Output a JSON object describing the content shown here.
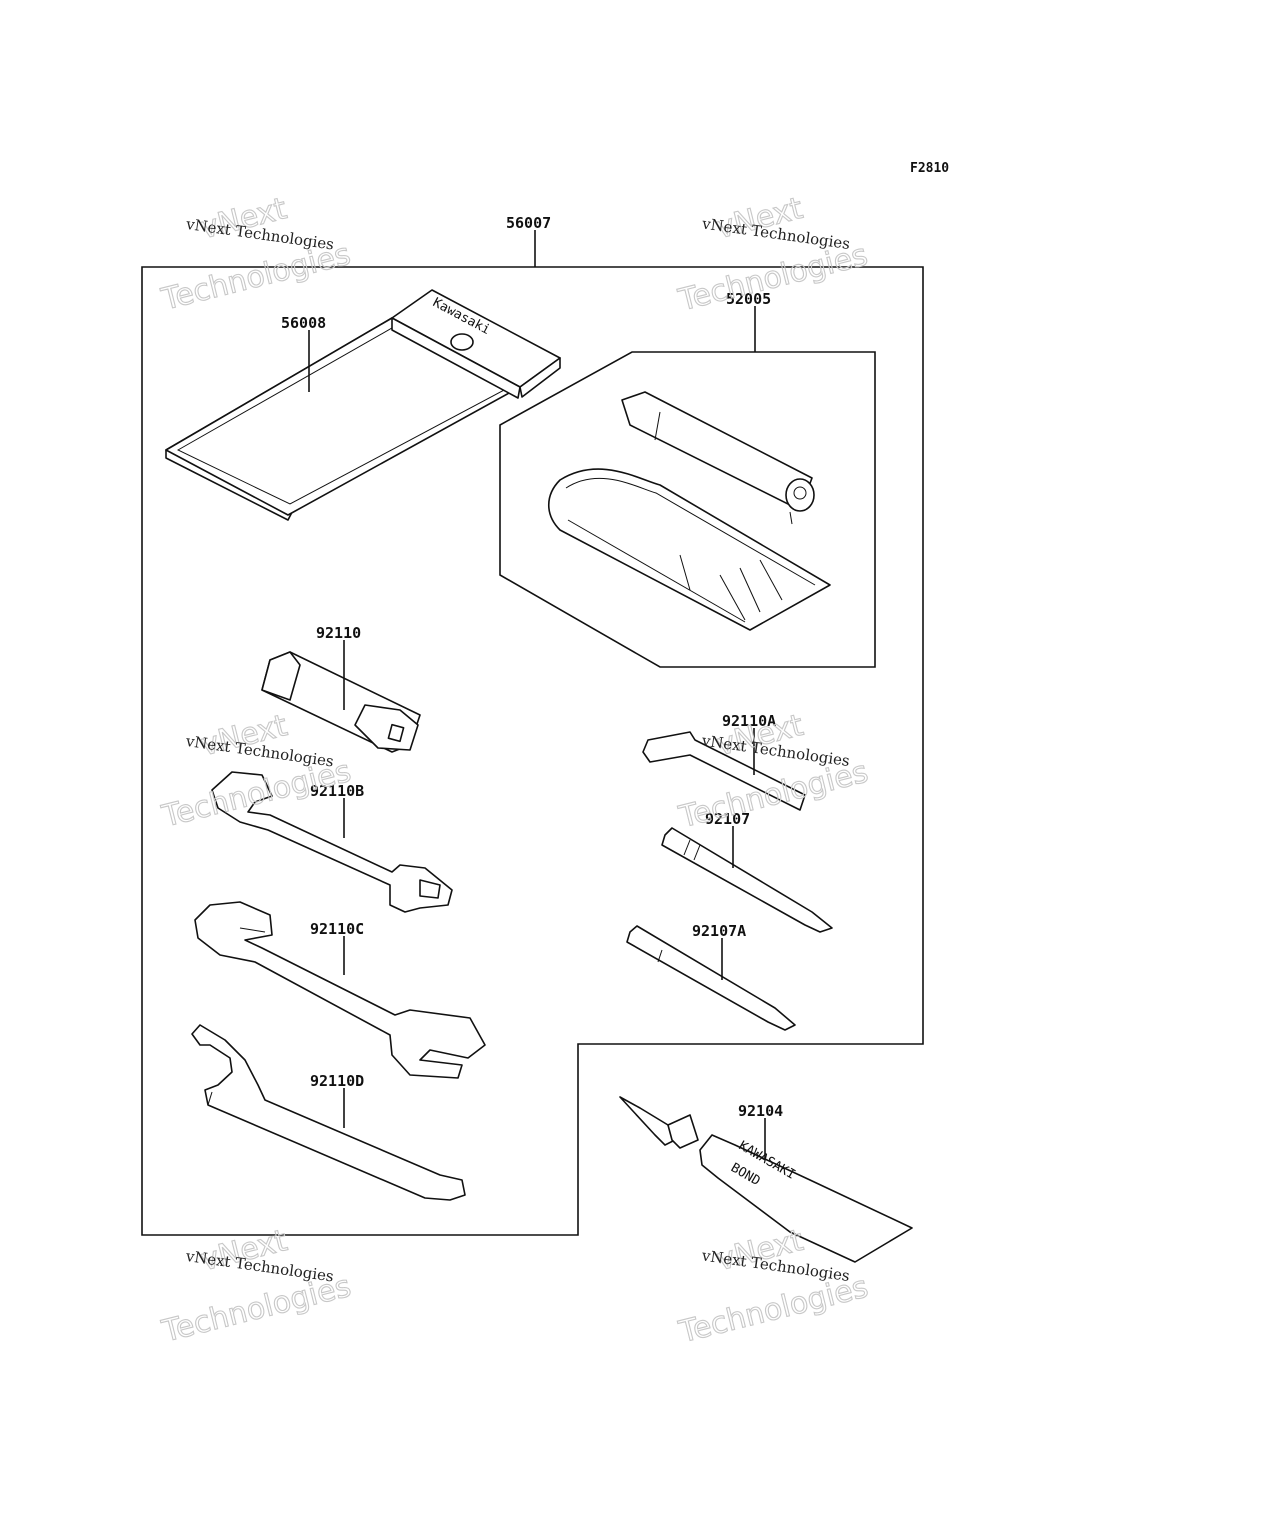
{
  "figure_code": "F2810",
  "watermark": {
    "line": "vNext Technologies",
    "big_top": "vNext",
    "big_bottom": "Technologies"
  },
  "brand_text": {
    "pouch": "Kawasaki",
    "tube_line1": "KAWASAKI",
    "tube_line2": "BOND"
  },
  "parts": {
    "p56007": "56007",
    "p56008": "56008",
    "p52005": "52005",
    "p92110": "92110",
    "p92110B": "92110B",
    "p92110C": "92110C",
    "p92110D": "92110D",
    "p92110A": "92110A",
    "p92107": "92107",
    "p92107A": "92107A",
    "p92104": "92104"
  }
}
